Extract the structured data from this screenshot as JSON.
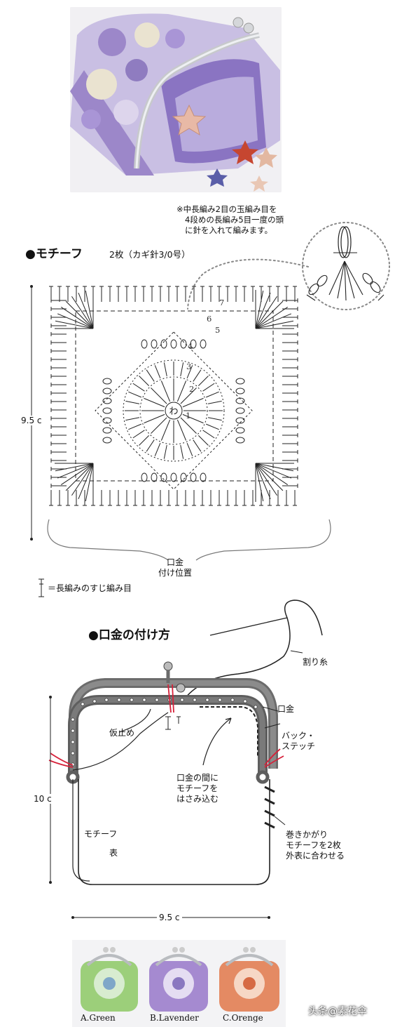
{
  "top_note": {
    "line1": "※中長編み2目の玉編み目を",
    "line2": "4段めの長編み5目一度の頭",
    "line3": "に針を入れて編みます。"
  },
  "motif_section": {
    "title": "●モチーフ",
    "spec": "2枚（カギ針3/0号）",
    "height_label": "9.5 c",
    "center_mark": "わ",
    "round_numbers": [
      "1",
      "2",
      "3",
      "4",
      "5",
      "6",
      "7"
    ],
    "attach_label_line1": "口金",
    "attach_label_line2": "付け位置",
    "legend_text": "＝長編みのすじ編み目"
  },
  "frame_section": {
    "title": "●口金の付け方",
    "split_yarn": "割り糸",
    "frame": "口金",
    "temp_stop": "仮止め",
    "back_stitch_line1": "バック・",
    "back_stitch_line2": "ステッチ",
    "between_line1": "口金の間に",
    "between_line2": "モチーフを",
    "between_line3": "はさみ込む",
    "motif_label": "モチーフ",
    "front_label": "表",
    "whip_line1": "巻きかがり",
    "whip_line2": "モチーフを2枚",
    "whip_line3": "外表に合わせる",
    "height_label": "10 c",
    "width_label": "9.5 c"
  },
  "variants": [
    {
      "name": "A.Green",
      "color": "#9ccf7a"
    },
    {
      "name": "B.Lavender",
      "color": "#a58ad0"
    },
    {
      "name": "C.Orenge",
      "color": "#e48a63"
    }
  ],
  "watermark": "头条@素花伞",
  "colors": {
    "lavender": "#9c87c9",
    "light_lavender": "#c9bfe3",
    "cream": "#eae3d0",
    "thread_red": "#d6213a",
    "frame_gray": "#6c6c6c",
    "silver": "#d5d7da"
  }
}
